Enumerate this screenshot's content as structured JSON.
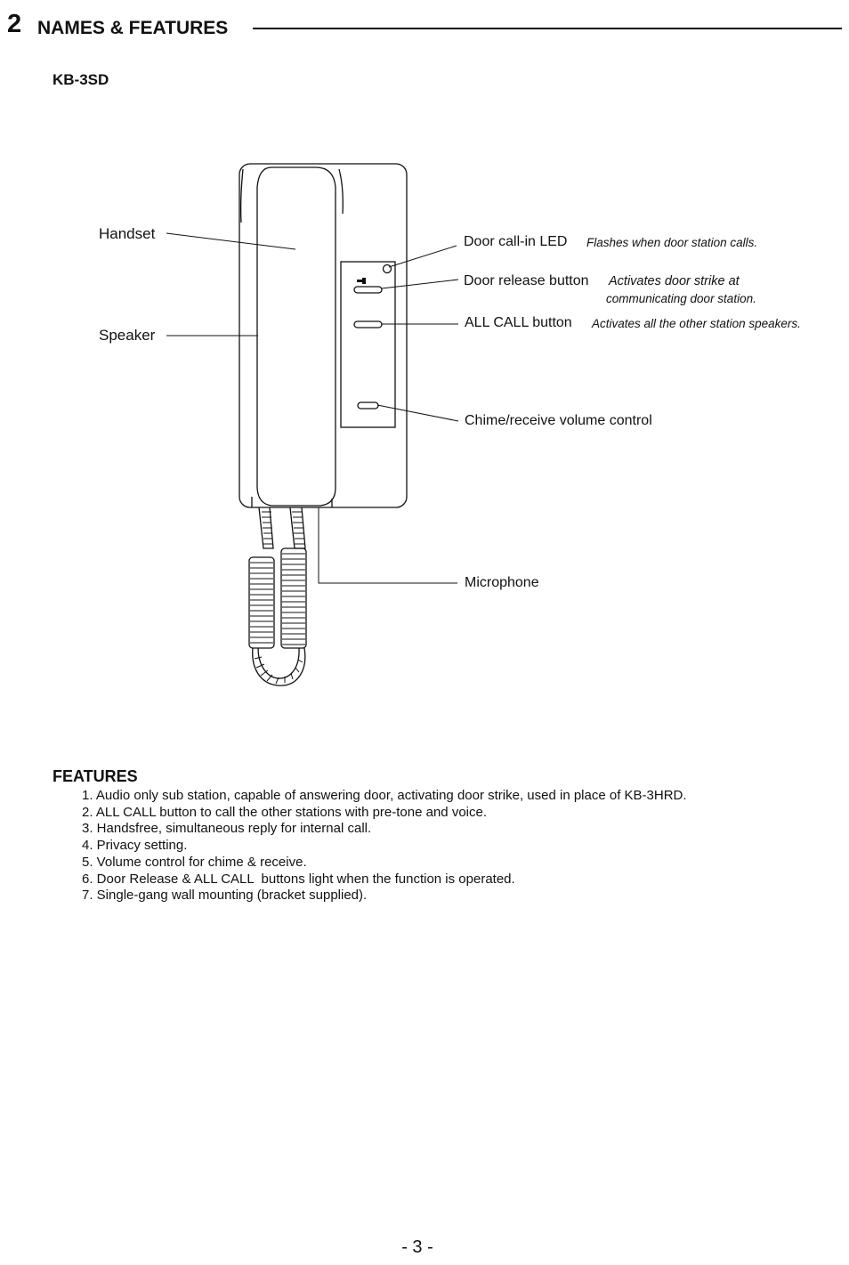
{
  "header": {
    "section_number": "2",
    "section_title": "NAMES & FEATURES"
  },
  "model": "KB-3SD",
  "diagram": {
    "labels": {
      "handset": "Handset",
      "speaker": "Speaker",
      "door_led": "Door call-in LED",
      "door_led_desc": "Flashes when door station calls.",
      "door_release": "Door release button",
      "door_release_desc_1": "Activates door strike at",
      "door_release_desc_2": "communicating door station.",
      "all_call": "ALL CALL button",
      "all_call_desc": "Activates all the other station speakers.",
      "volume": "Chime/receive volume control",
      "microphone": "Microphone"
    }
  },
  "features": {
    "heading": "FEATURES",
    "items": [
      "1. Audio only sub station, capable of answering door, activating door strike, used in place of KB-3HRD.",
      "2. ALL CALL button to call the other stations with pre-tone and voice.",
      "3. Handsfree, simultaneous reply for internal call.",
      "4. Privacy setting.",
      "5. Volume control for chime & receive.",
      "6. Door Release & ALL CALL  buttons light when the function is operated.",
      "7. Single-gang wall mounting (bracket supplied)."
    ]
  },
  "page_number": "- 3 -"
}
